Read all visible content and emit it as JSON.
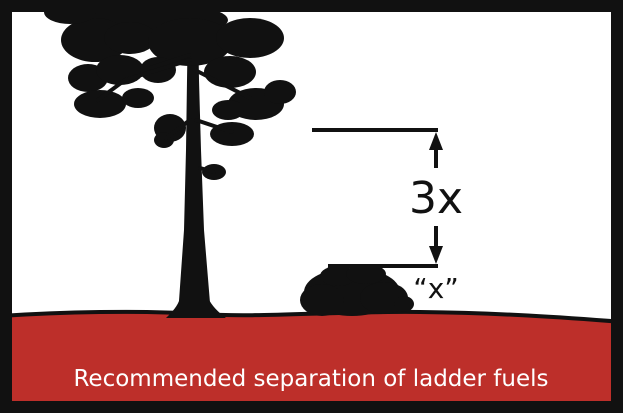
{
  "diagram": {
    "multiplier_label": "3x",
    "base_height_label": "“x”",
    "caption": "Recommended separation of ladder fuels"
  },
  "colors": {
    "ground": "#bd2f2a",
    "ink": "#111111",
    "background": "#ffffff",
    "caption_text": "#ffffff"
  }
}
